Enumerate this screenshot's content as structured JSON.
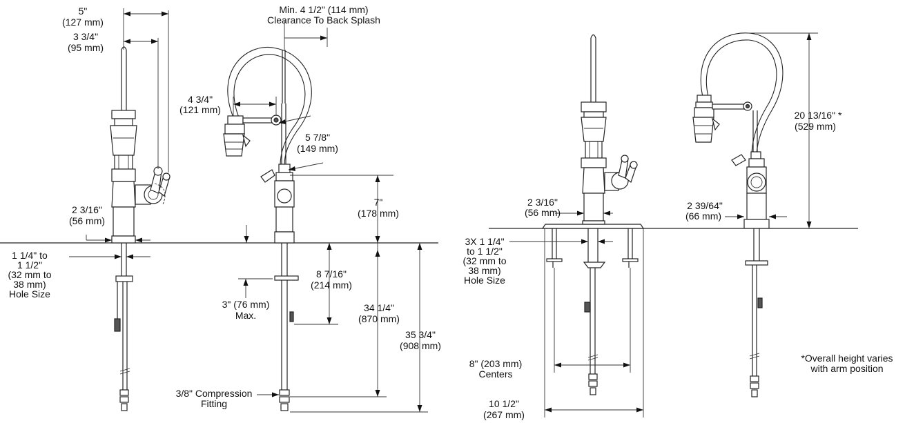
{
  "side_view": {
    "overall_reach": [
      "5\"",
      "(127 mm)"
    ],
    "handle_reach": [
      "3 3/4\"",
      "(95 mm)"
    ],
    "base_diameter": [
      "2 3/16\"",
      "(56 mm)"
    ],
    "hole_size": [
      "1 1/4\" to",
      "1 1/2\"",
      "(32 mm to",
      "38 mm)",
      "Hole Size"
    ]
  },
  "front_view": {
    "clearance": [
      "Min. 4 1/2\" (114 mm)",
      "Clearance To Back Splash"
    ],
    "spray_reach": [
      "4 3/4\"",
      "(121 mm)"
    ],
    "arm_length": [
      "5 7/8\"",
      "(149 mm)"
    ],
    "spout_height": [
      "7\"",
      "(178 mm)"
    ],
    "shank_length": [
      "8 7/16\"",
      "(214 mm)"
    ],
    "deck_thickness": [
      "3\" (76 mm)",
      "Max."
    ],
    "supply_length": [
      "34 1/4\"",
      "(870 mm)"
    ],
    "overall_length": [
      "35 3/4\"",
      "(908 mm)"
    ],
    "fitting": [
      "3/8\" Compression",
      "Fitting"
    ]
  },
  "widespread_view": {
    "base_diameter": [
      "2 3/16\"",
      "(56 mm)"
    ],
    "hole_size": [
      "3X 1 1/4\"",
      "to 1 1/2\"",
      "(32 mm to",
      "38 mm)",
      "Hole Size"
    ],
    "centers": [
      "8\" (203 mm)",
      "Centers"
    ],
    "plate_width": [
      "10 1/2\"",
      "(267 mm)"
    ]
  },
  "single_view": {
    "overall_height": [
      "20 13/16\" *",
      "(529 mm)"
    ],
    "base_diameter": [
      "2 39/64\"",
      "(66 mm)"
    ]
  },
  "footnote": [
    "*Overall height varies",
    "with arm position"
  ]
}
